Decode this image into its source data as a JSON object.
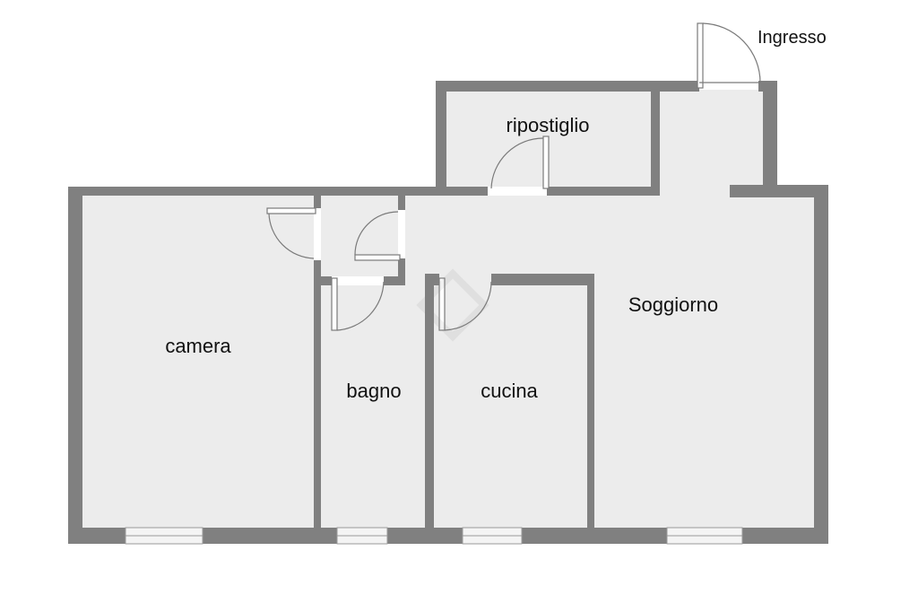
{
  "floorplan": {
    "colors": {
      "wall": "#808080",
      "floor": "#ececec",
      "window_fill": "#f4f4f4",
      "door_swing": "#7a7a7a",
      "label": "#111111"
    },
    "rooms": {
      "entrance": "Ingresso",
      "storage": "ripostiglio",
      "bedroom": "camera",
      "bathroom": "bagno",
      "kitchen": "cucina",
      "living": "Soggiorno"
    }
  }
}
